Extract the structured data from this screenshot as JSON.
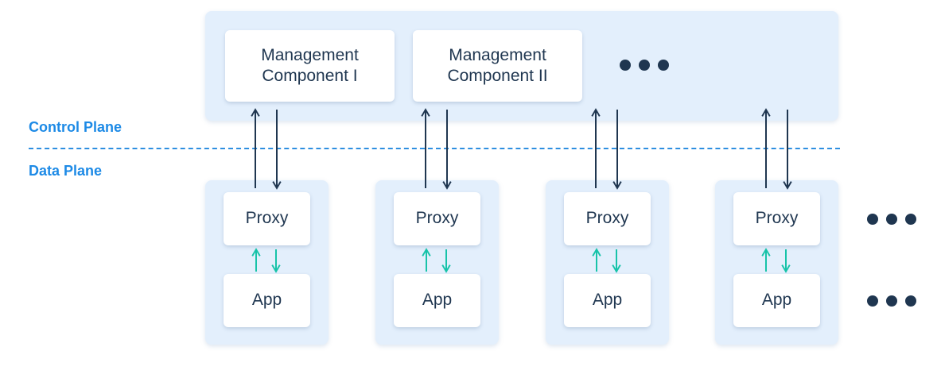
{
  "control_plane": {
    "label": "Control Plane",
    "components": [
      {
        "name": "Management\nComponent I"
      },
      {
        "name": "Management\nComponent II"
      }
    ]
  },
  "data_plane": {
    "label": "Data Plane",
    "pods": [
      {
        "proxy": "Proxy",
        "app": "App"
      },
      {
        "proxy": "Proxy",
        "app": "App"
      },
      {
        "proxy": "Proxy",
        "app": "App"
      },
      {
        "proxy": "Proxy",
        "app": "App"
      }
    ]
  },
  "colors": {
    "panel": "#e3effc",
    "label_blue": "#1d8ae6",
    "control_arrow": "#1f3650",
    "data_arrow": "#17c3a9"
  }
}
